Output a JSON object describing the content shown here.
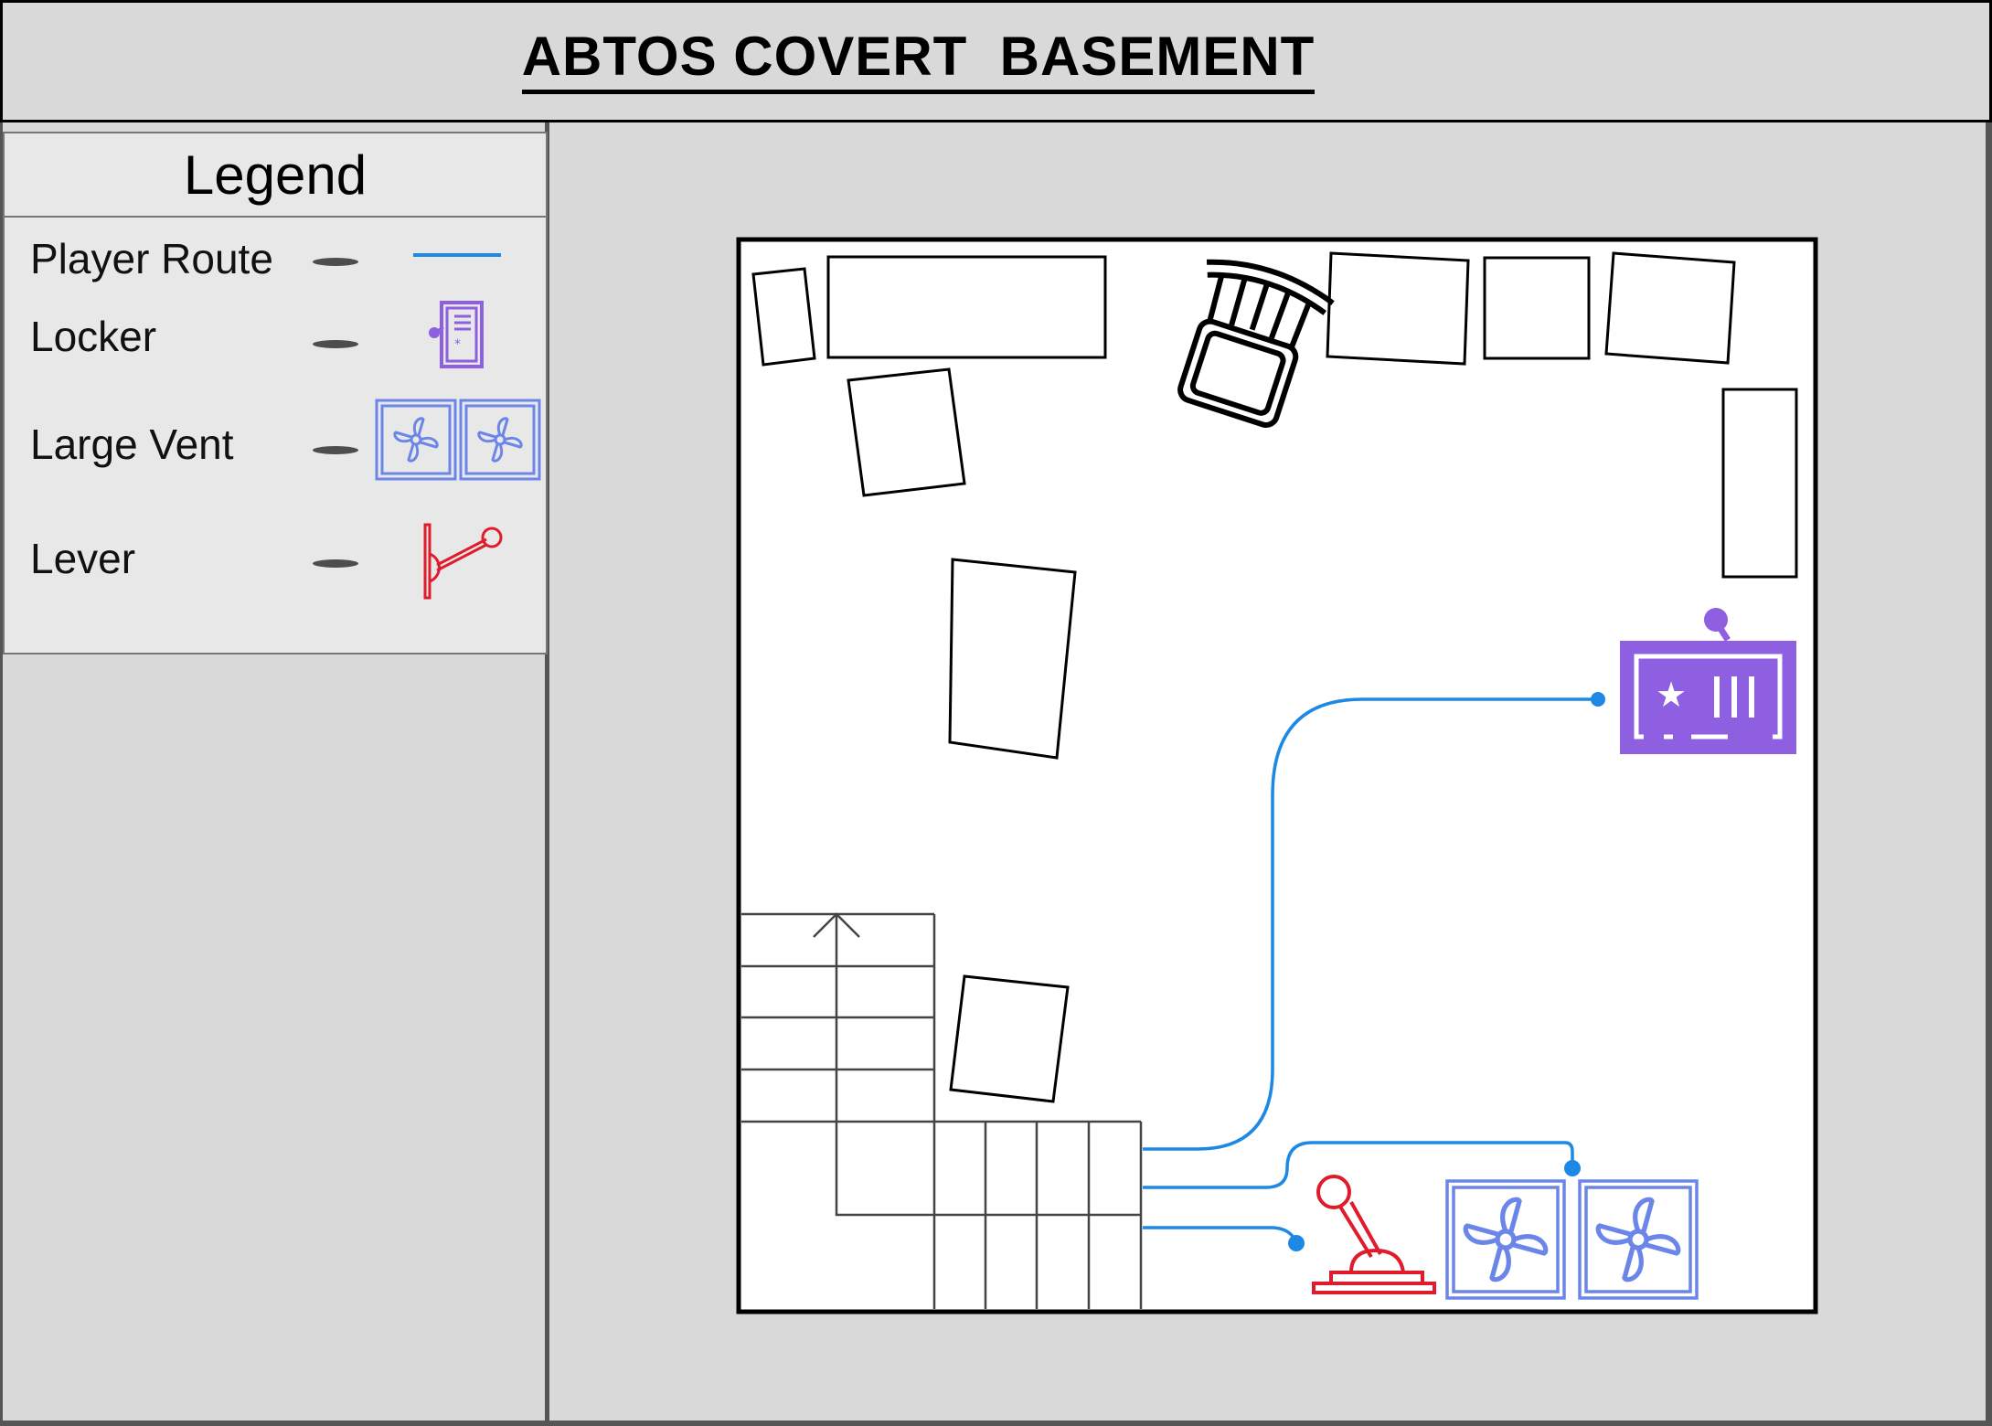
{
  "header": {
    "title": "ABTOS COVERT  BASEMENT"
  },
  "legend": {
    "title": "Legend",
    "items": [
      {
        "label": "Player Route",
        "icon": "route-line-icon"
      },
      {
        "label": "Locker",
        "icon": "locker-icon"
      },
      {
        "label": "Large Vent",
        "icon": "fan-vent-icon"
      },
      {
        "label": "Lever",
        "icon": "lever-icon"
      }
    ]
  },
  "colors": {
    "route": "#1e88e5",
    "locker": "#8e5fe0",
    "vent": "#6b86e8",
    "lever": "#e01b2b",
    "furniture": "#000000",
    "background": "#d9d9d9"
  }
}
